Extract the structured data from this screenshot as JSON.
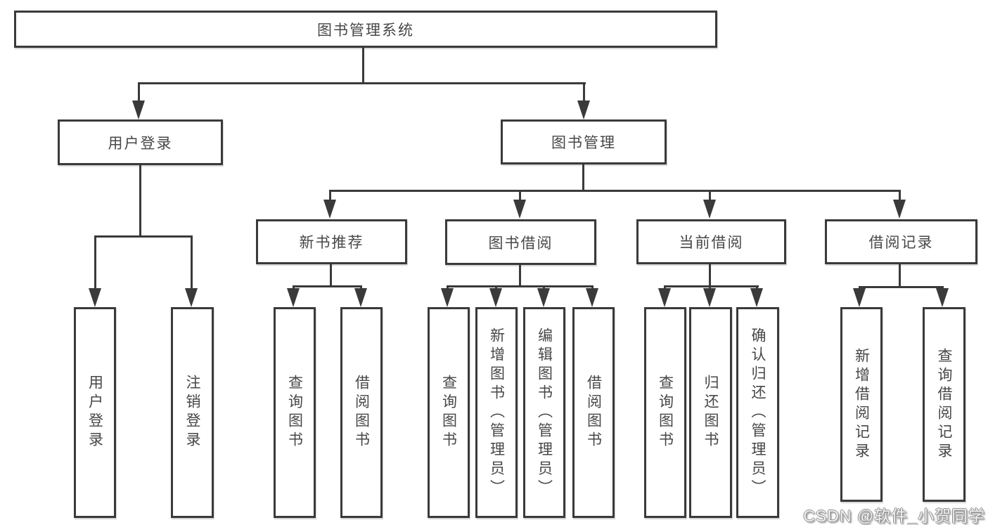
{
  "diagram_type": "tree",
  "colors": {
    "background": "#ffffff",
    "line": "#3a3a3a",
    "box_border": "#3a3a3a",
    "box_fill": "#ffffff",
    "text": "#474747",
    "watermark_text": "#f2f2f2",
    "watermark_shadow": "#8c8c8c"
  },
  "tree": {
    "root": {
      "label": "图书管理系统"
    },
    "children": [
      {
        "label": "用户登录",
        "children": [
          {
            "label": "用户登录"
          },
          {
            "label": "注销登录"
          }
        ]
      },
      {
        "label": "图书管理",
        "children": [
          {
            "label": "新书推荐",
            "children": [
              {
                "label": "查询图书"
              },
              {
                "label": "借阅图书"
              }
            ]
          },
          {
            "label": "图书借阅",
            "children": [
              {
                "label": "查询图书"
              },
              {
                "label": "新增图书（管理员）"
              },
              {
                "label": "编辑图书（管理员）"
              },
              {
                "label": "借阅图书"
              }
            ]
          },
          {
            "label": "当前借阅",
            "children": [
              {
                "label": "查询图书"
              },
              {
                "label": "归还图书"
              },
              {
                "label": "确认归还（管理员）"
              }
            ]
          },
          {
            "label": "借阅记录",
            "children": [
              {
                "label": "新增借阅记录"
              },
              {
                "label": "查询借阅记录"
              }
            ]
          }
        ]
      }
    ]
  },
  "watermark": "CSDN @软件_小贺同学"
}
